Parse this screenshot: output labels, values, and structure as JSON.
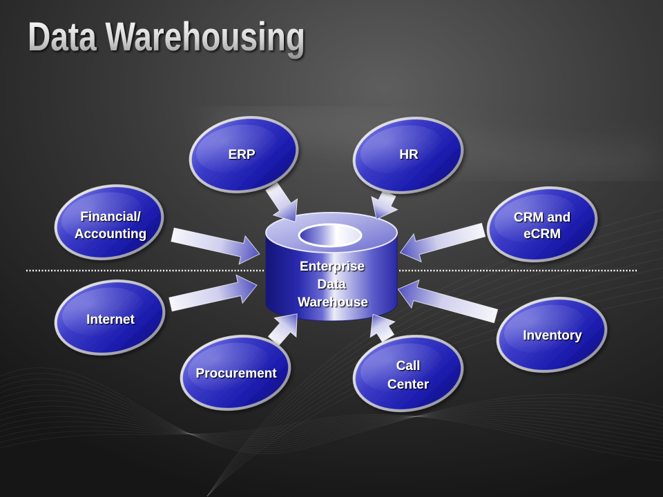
{
  "title": "Data Warehousing",
  "center": {
    "lines": [
      "Enterprise",
      "Data",
      "Warehouse"
    ]
  },
  "nodes": [
    {
      "lines": [
        "ERP"
      ],
      "arrow_into_center": true
    },
    {
      "lines": [
        "HR"
      ],
      "arrow_into_center": true
    },
    {
      "lines": [
        "Financial/",
        "Accounting"
      ],
      "arrow_into_center": true
    },
    {
      "lines": [
        "CRM and",
        "eCRM"
      ],
      "arrow_into_center": true
    },
    {
      "lines": [
        "Internet"
      ],
      "arrow_into_center": true
    },
    {
      "lines": [
        "Inventory"
      ],
      "arrow_into_center": true
    },
    {
      "lines": [
        "Procurement"
      ],
      "arrow_into_center": true
    },
    {
      "lines": [
        "Call",
        "Center"
      ],
      "arrow_into_center": true
    }
  ],
  "colors": {
    "background": "#3a3a3a",
    "node_fill": "#2a2ab8",
    "node_ring": "#d8d8d8",
    "arrow": "#d0d0ee",
    "text": "#ffffff",
    "divider": "#ffffff"
  }
}
